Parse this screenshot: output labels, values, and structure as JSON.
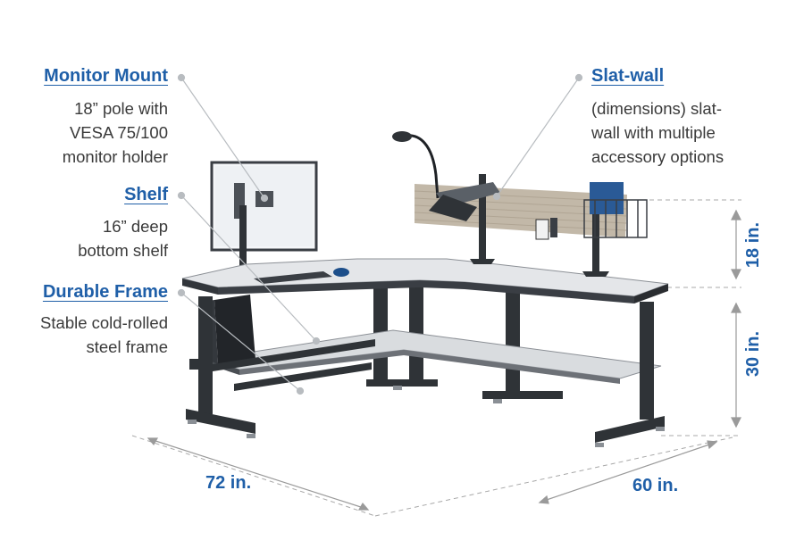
{
  "callouts": {
    "monitor_mount": {
      "title": "Monitor Mount",
      "desc": "18” pole with\nVESA 75/100\nmonitor holder"
    },
    "shelf": {
      "title": "Shelf",
      "desc": "16” deep\nbottom shelf"
    },
    "frame": {
      "title": "Durable Frame",
      "desc": "Stable cold-rolled\nsteel frame"
    },
    "slatwall": {
      "title": "Slat-wall",
      "desc": "(dimensions) slat-\nwall with multiple\naccessory options"
    }
  },
  "dimensions": {
    "width": "72 in.",
    "depth": "60 in.",
    "height": "30 in.",
    "riser": "18 in."
  },
  "colors": {
    "accent": "#1f5fa8",
    "frame": "#2f3337",
    "desktop": "#e4e6e9",
    "slatwall": "#c2b8a8"
  },
  "icons": [
    "monitor",
    "lamp",
    "desk-phone",
    "tower-pc",
    "keyboard",
    "mouse",
    "wire-basket"
  ]
}
